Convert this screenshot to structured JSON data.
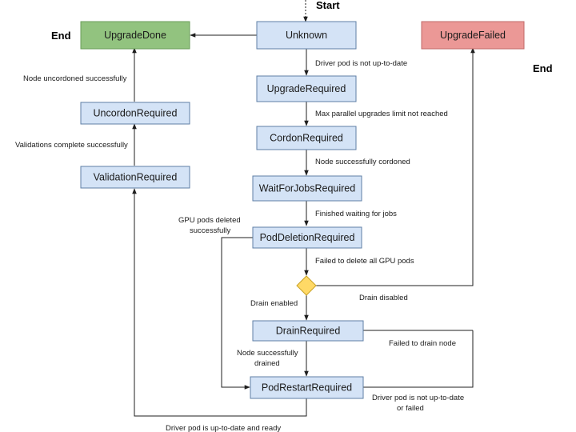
{
  "terminals": {
    "start": "Start",
    "end_left": "End",
    "end_right": "End"
  },
  "nodes": {
    "unknown": "Unknown",
    "upgrade_done": "UpgradeDone",
    "upgrade_failed": "UpgradeFailed",
    "upgrade_required": "UpgradeRequired",
    "cordon_required": "CordonRequired",
    "wait_for_jobs_required": "WaitForJobsRequired",
    "pod_deletion_required": "PodDeletionRequired",
    "drain_required": "DrainRequired",
    "pod_restart_required": "PodRestartRequired",
    "uncordon_required": "UncordonRequired",
    "validation_required": "ValidationRequired"
  },
  "edges": {
    "driver_not_up_to_date": "Driver pod is not up-to-date",
    "max_parallel": "Max parallel upgrades limit not reached",
    "cordoned": "Node successfully cordoned",
    "finished_waiting": "Finished waiting for jobs",
    "failed_delete": "Failed to delete all GPU pods",
    "drain_enabled": "Drain enabled",
    "drain_disabled": "Drain disabled",
    "failed_drain": "Failed to drain node",
    "gpu_deleted_1": "GPU pods deleted",
    "gpu_deleted_2": "successfully",
    "drained_1": "Node successfully",
    "drained_2": "drained",
    "restart_failed_1": "Driver pod is not up-to-date",
    "restart_failed_2": "or failed",
    "up_to_date_ready": "Driver pod is up-to-date and ready",
    "validations_complete": "Validations complete successfully",
    "uncordoned": "Node uncordoned successfully"
  },
  "colors": {
    "blue_box": "#d4e3f6",
    "green_box": "#92c37f",
    "red_box": "#eb9896",
    "decision": "#ffd966"
  }
}
